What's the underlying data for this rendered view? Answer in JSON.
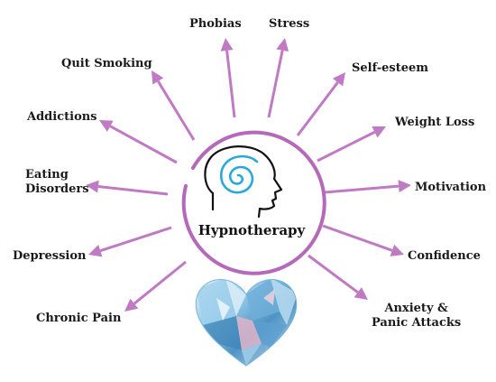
{
  "diagram": {
    "center_label": "Hypnotherapy",
    "colors": {
      "arrow": "#c07ac4",
      "ring": "#b46ab8",
      "spiral": "#29a8dc",
      "head_outline": "#111111",
      "heart_light": "#d7ecf7",
      "heart_mid": "#7fbde0",
      "heart_dark": "#3f86b8",
      "heart_pink": "#e7b5c8"
    },
    "icons": [
      "head-profile-icon",
      "spiral-icon",
      "crystal-heart-icon"
    ],
    "items": [
      {
        "label": "Phobias"
      },
      {
        "label": "Stress"
      },
      {
        "label": "Self-esteem"
      },
      {
        "label": "Weight Loss"
      },
      {
        "label": "Motivation"
      },
      {
        "label": "Confidence"
      },
      {
        "label": "Anxiety &\nPanic Attacks"
      },
      {
        "label": "Chronic Pain"
      },
      {
        "label": "Depression"
      },
      {
        "label": "Eating\nDisorders"
      },
      {
        "label": "Addictions"
      },
      {
        "label": "Quit Smoking"
      }
    ]
  }
}
